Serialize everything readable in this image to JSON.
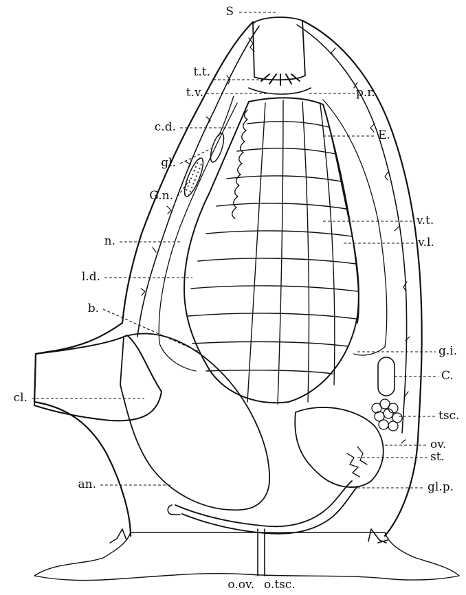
{
  "labels": {
    "s": "S",
    "tt": "t.t.",
    "tv": "t.v.",
    "pr": "p.r.",
    "cd": "c.d.",
    "E": "E.",
    "gl": "gl.",
    "Gn": "G.n.",
    "vt": "v.t.",
    "n": "n.",
    "vl": "v.l.",
    "ld": "l.d.",
    "b": "b.",
    "gi": "g.i.",
    "cl": "cl.",
    "C": "C.",
    "tsc": "tsc.",
    "ov": "ov.",
    "st": "st.",
    "an": "an.",
    "glp": "gl.p.",
    "oov": "o.ov.",
    "otsc": "o.tsc."
  }
}
